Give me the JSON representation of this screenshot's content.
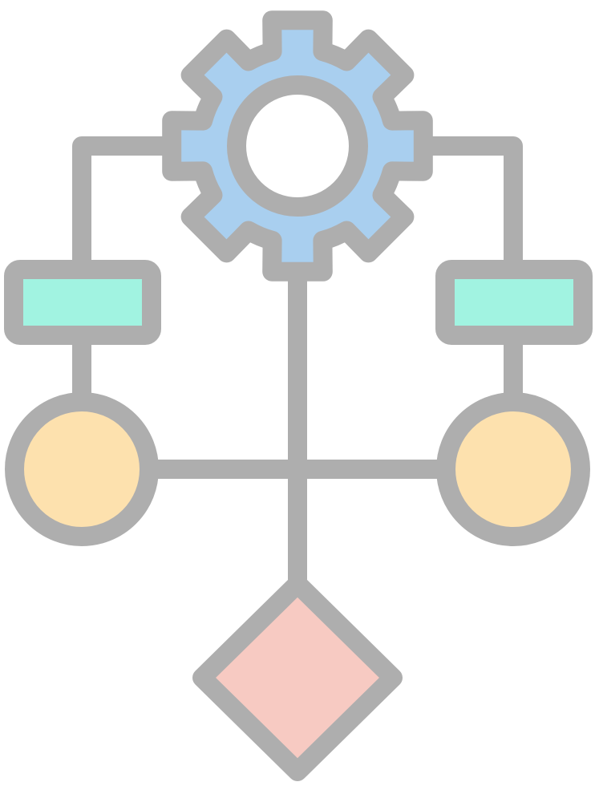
{
  "icon": {
    "name": "workflow-process-icon",
    "colors": {
      "outline": "#AEAEAE",
      "gear_fill": "#A9CFEF",
      "rect_fill": "#A1F3E1",
      "circle_fill": "#FDE1AE",
      "diamond_fill": "#F7CAC2",
      "background": "#FFFFFF"
    },
    "parts": [
      "gear",
      "left-rectangle",
      "right-rectangle",
      "left-circle",
      "right-circle",
      "diamond",
      "connectors"
    ]
  }
}
